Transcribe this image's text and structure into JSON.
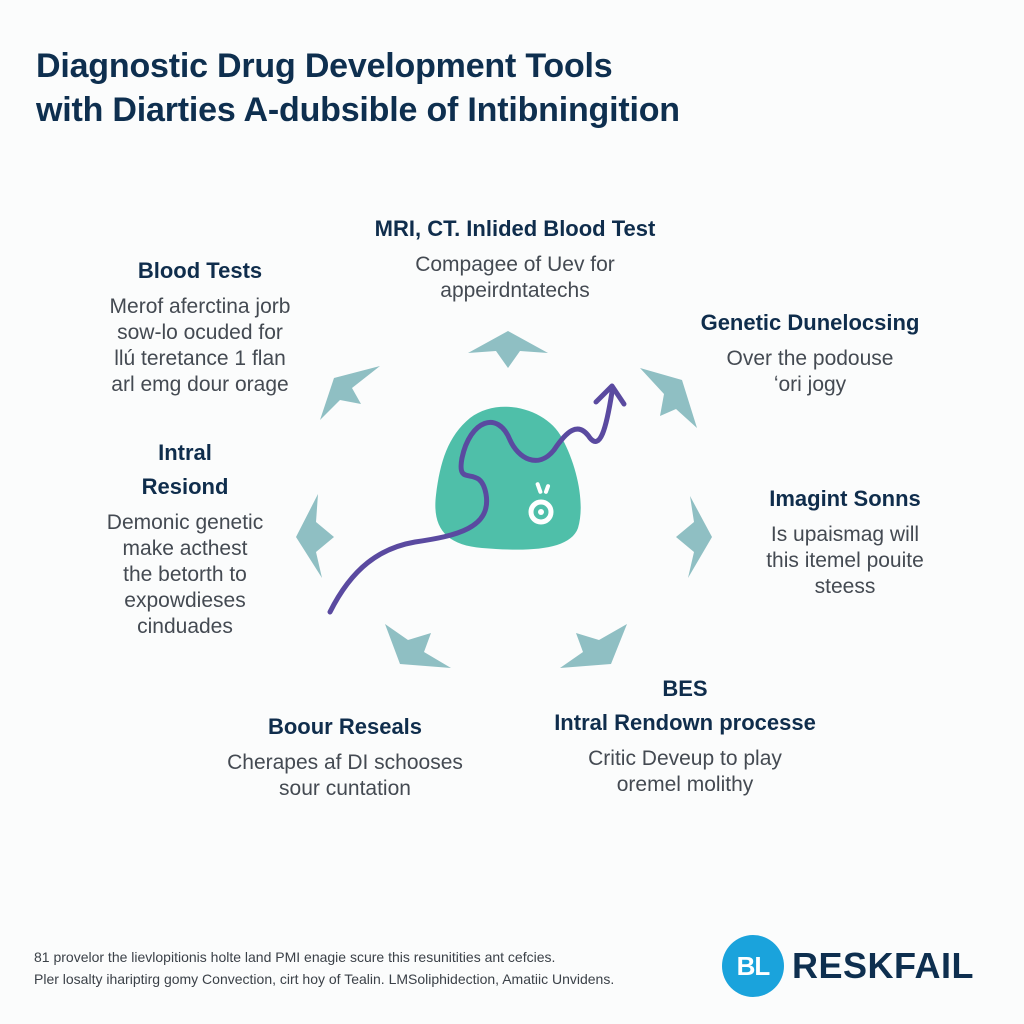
{
  "title": {
    "line1": "Diagnostic Drug Development Tools",
    "line2": "with Diarties A-dubsible of Intibningition"
  },
  "nodes": {
    "top": {
      "heading": "MRI, CT. Inlided Blood Test",
      "body": [
        "Compagee of Uev for",
        "appeirdntatechs"
      ]
    },
    "top_left": {
      "heading": "Blood Tests",
      "body": [
        "Merof aferctina jorb",
        "sow-lo ocuded for",
        "llú teretance 1 flan",
        "arl emg dour orage"
      ]
    },
    "top_right": {
      "heading": "Genetic Dunelocsing",
      "body": [
        "Over the podouse",
        "ʻori jogy"
      ]
    },
    "mid_left": {
      "heading": [
        "Intral",
        "Resiond"
      ],
      "body": [
        "Demonic genetic",
        "make acthest",
        "the betorth to",
        "expowdieses",
        "cinduades"
      ]
    },
    "mid_right": {
      "heading": "Imagint Sonns",
      "body": [
        "Is upaismag will",
        "this itemel pouite",
        "steess"
      ]
    },
    "bottom_left": {
      "heading": "Boour Reseals",
      "body": [
        "Cherapes af DI schooses",
        "sour cuntation"
      ]
    },
    "bottom_right": {
      "heading": [
        "BES",
        "Intral Rendown processe"
      ],
      "body": [
        "Critic Deveup to play",
        "oremel molithy"
      ]
    }
  },
  "footnote": {
    "line1": "81 provelor the lievlopitionis holte land PMI enagie scure this resunitities ant cefcies.",
    "line2": "Pler losalty ihariptirg gomy Convection, cirt hoy of Tealin. LMSoliphidection, Amatiic Unvidens."
  },
  "brand": {
    "badge": "BL",
    "name": "RESKFAIL"
  },
  "colors": {
    "title": "#0e2f4f",
    "arrow": "#8fbfc3",
    "blob": "#4fbfa9",
    "curve": "#5a4aa0",
    "brand_badge": "#1aa3dc"
  },
  "icons": {
    "cycle_arrows": "chevron-arrow",
    "center": "molecule-blob",
    "trend": "wavy-arrow",
    "gear": "gear-icon"
  }
}
